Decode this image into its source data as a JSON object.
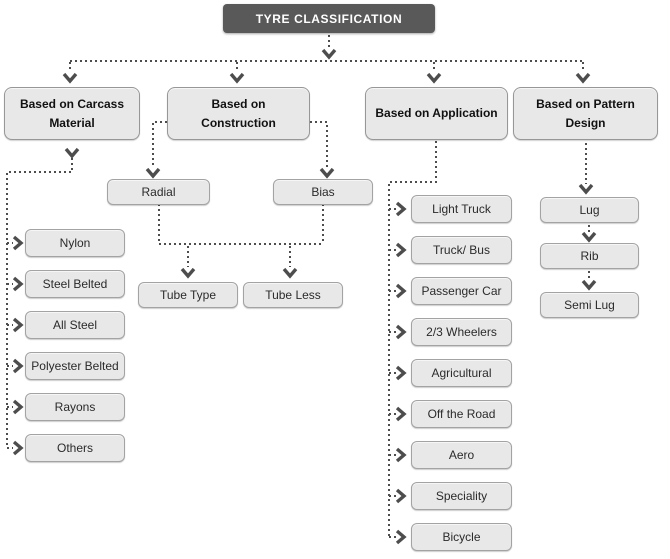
{
  "title": "TYRE CLASSIFICATION",
  "categories": {
    "carcass": "Based on Carcass Material",
    "construction": "Based on Construction",
    "application": "Based on Application",
    "pattern": "Based on Pattern Design"
  },
  "carcass_items": [
    "Nylon",
    "Steel Belted",
    "All Steel",
    "Polyester Belted",
    "Rayons",
    "Others"
  ],
  "construction_types": [
    "Radial",
    "Bias"
  ],
  "tube_types": [
    "Tube Type",
    "Tube Less"
  ],
  "application_items": [
    "Light Truck",
    "Truck/ Bus",
    "Passenger Car",
    "2/3 Wheelers",
    "Agricultural",
    "Off the Road",
    "Aero",
    "Speciality",
    "Bicycle"
  ],
  "pattern_items": [
    "Lug",
    "Rib",
    "Semi Lug"
  ],
  "colors": {
    "title-bg": "#595959",
    "title-text": "#ffffff",
    "node-bg": "#e8e8e8",
    "node-border": "#a3a3a3",
    "line": "#4d4d4d",
    "text": "#2b2b2b"
  }
}
